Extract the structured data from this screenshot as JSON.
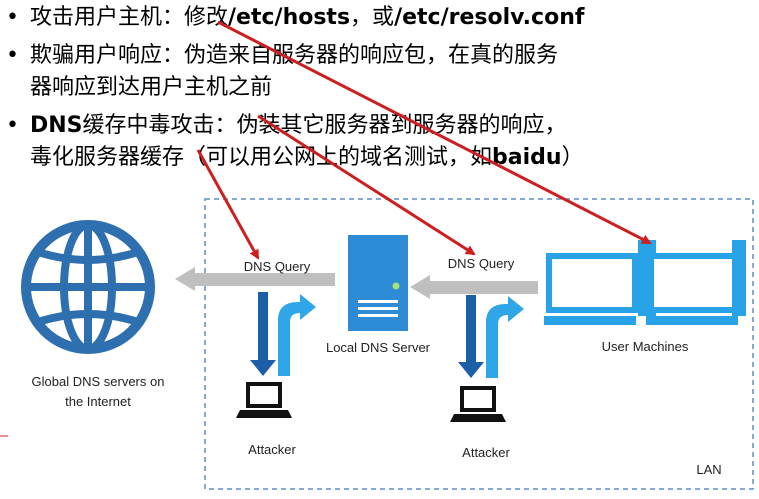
{
  "bullets": [
    {
      "marker": "•",
      "text": "攻击用户主机：修改/etc/hosts，或/etc/resolv.conf"
    },
    {
      "marker": "•",
      "text": "欺骗用户响应：伪造来自服务器的响应包，在真的服务",
      "cont": "器响应到达用户主机之前"
    },
    {
      "marker": "•",
      "text": "DNS缓存中毒攻击：伪装其它服务器到服务器的响应，",
      "cont": "毒化服务器缓存（可以用公网上的域名测试，如baidu）"
    }
  ],
  "diagram": {
    "global_dns": {
      "line1": "Global DNS servers on",
      "line2": "the Internet",
      "icon": "globe-icon"
    },
    "local_dns": {
      "label": "Local DNS Server",
      "icon": "server-icon"
    },
    "user_machines": {
      "label": "User Machines",
      "icon": "desktop-computer-icon"
    },
    "query_left": "DNS Query",
    "query_right": "DNS Query",
    "attacker_left": {
      "label": "Attacker",
      "icon": "laptop-icon"
    },
    "attacker_right": {
      "label": "Attacker",
      "icon": "laptop-icon"
    },
    "lan_label": "LAN"
  },
  "colors": {
    "globe": "#2e6fb0",
    "server": "#2e8bd6",
    "monitor": "#29a3e8",
    "arrow_gray": "#bfbfbf",
    "arrow_blue_dark": "#1c5fa8",
    "arrow_blue_light": "#2fa6e8",
    "red_arrow": "#cc1f1f",
    "lan_border": "#5b8fc7"
  }
}
